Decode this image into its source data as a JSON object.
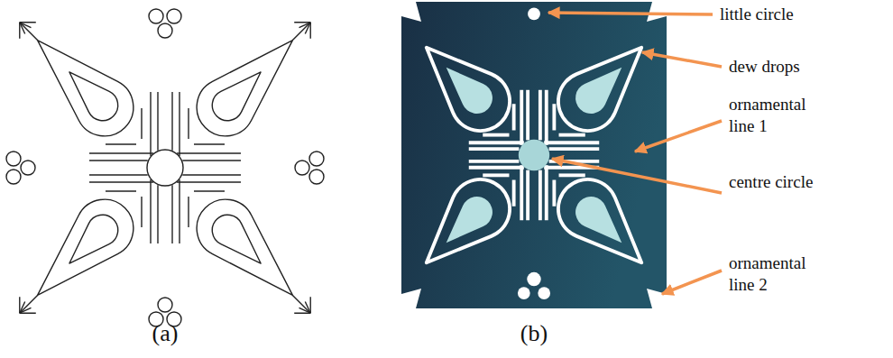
{
  "diagram": {
    "labels": [
      "(a)",
      "(b)",
      "little circle",
      "dew drops",
      "ornamental line 1",
      "centre circle",
      "ornamental line 2"
    ]
  }
}
